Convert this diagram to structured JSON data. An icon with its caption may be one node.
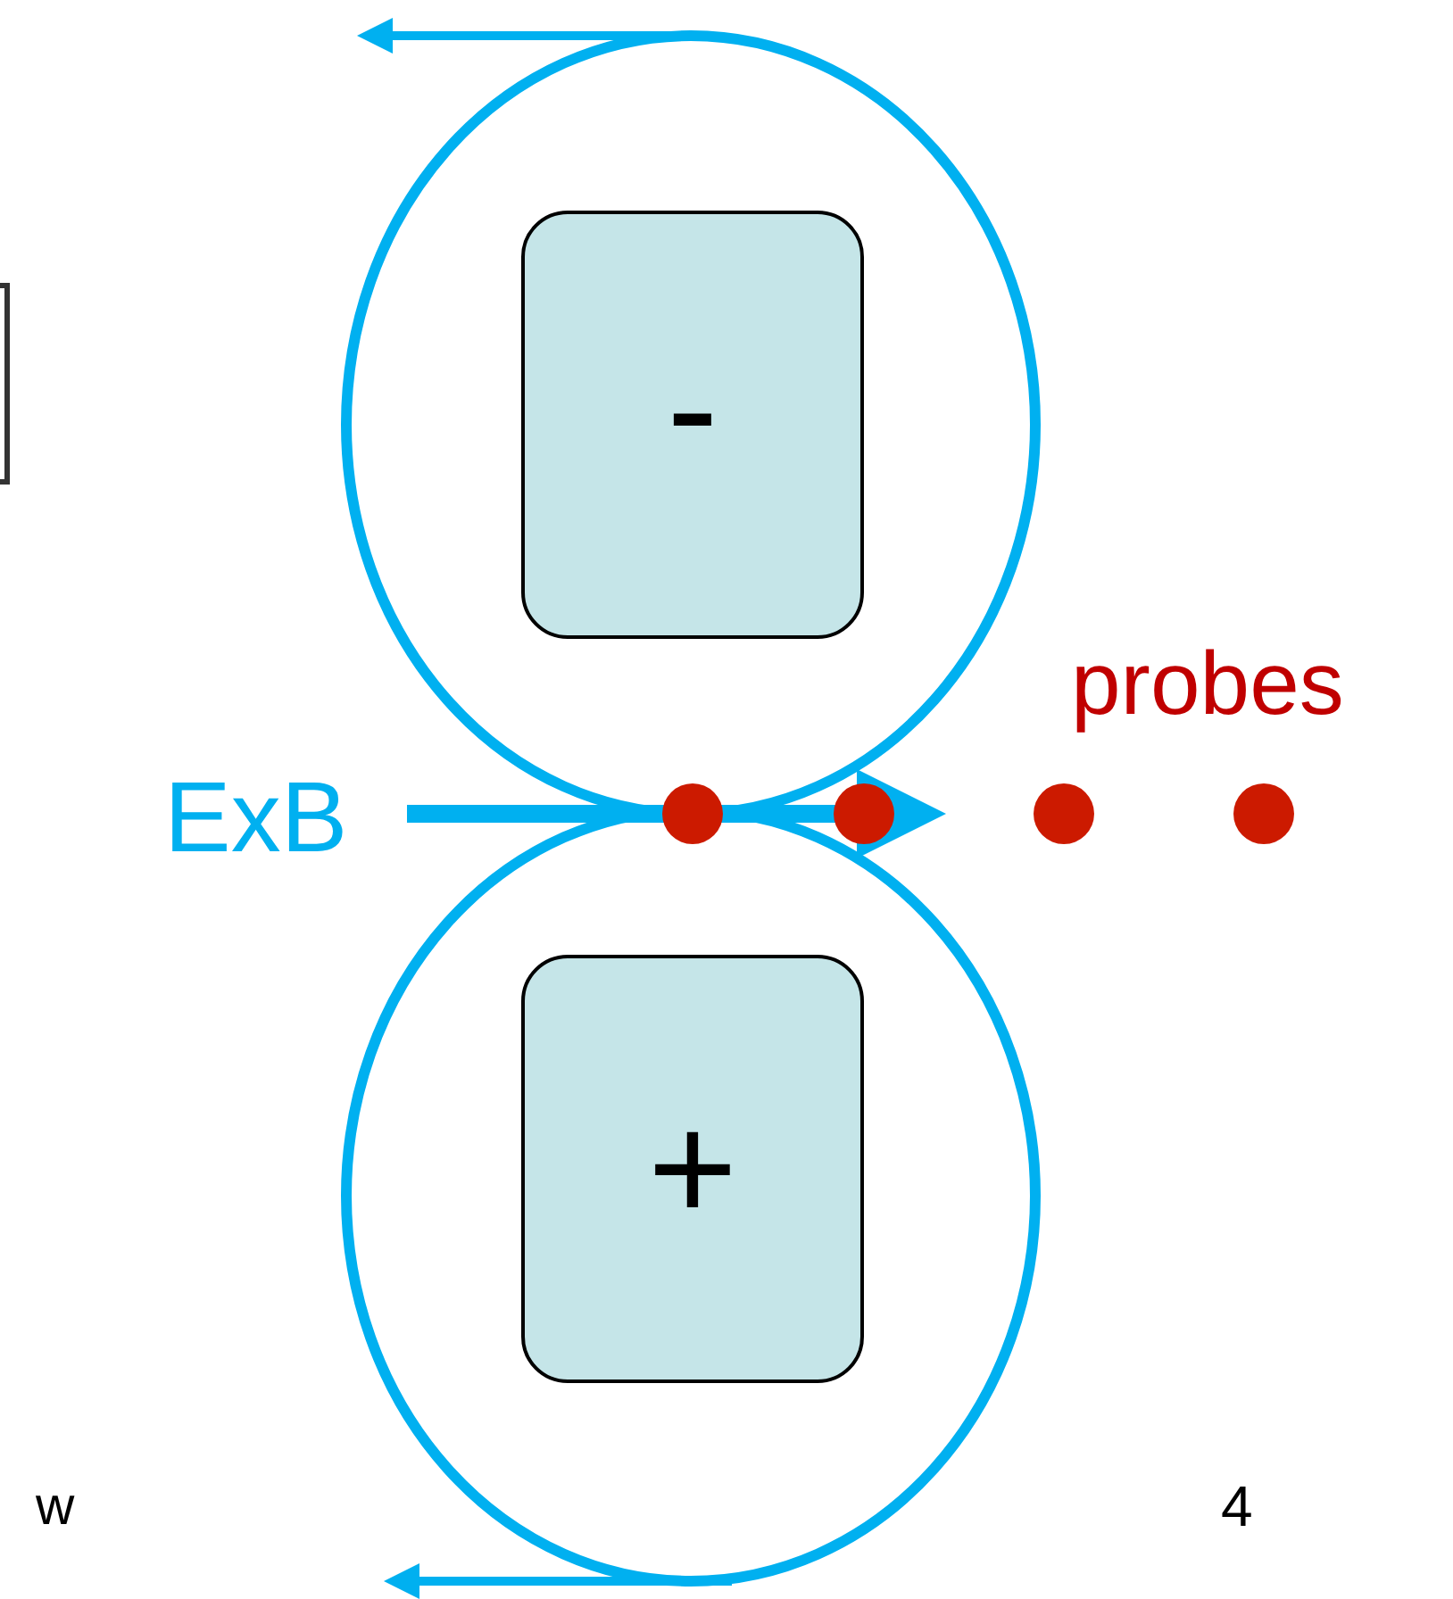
{
  "diagram": {
    "nodes": [
      {
        "text": [
          "-"
        ]
      },
      {
        "text": [
          "+"
        ]
      }
    ],
    "labels": [
      "probes",
      "ExB",
      "w",
      "4"
    ]
  }
}
